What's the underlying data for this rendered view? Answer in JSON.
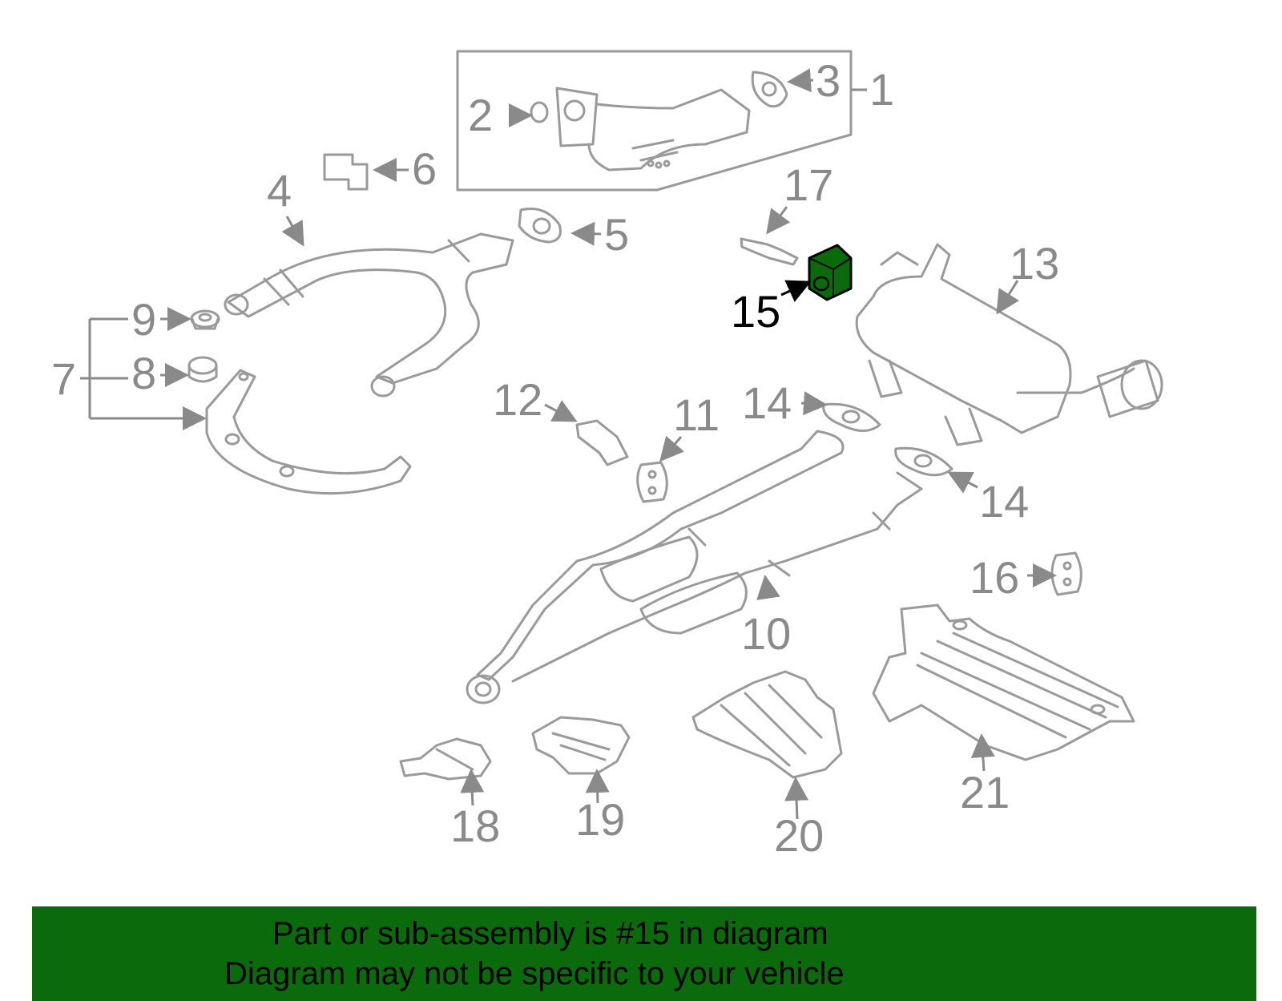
{
  "diagram": {
    "highlight_color": "#0b6a0b",
    "highlighted_part": "15",
    "callouts": [
      "1",
      "2",
      "3",
      "4",
      "5",
      "6",
      "7",
      "8",
      "9",
      "10",
      "11",
      "12",
      "13",
      "14",
      "14",
      "15",
      "16",
      "17",
      "18",
      "19",
      "20",
      "21"
    ]
  },
  "banner": {
    "line1": "Part or sub-assembly is #15 in diagram",
    "line2": "Diagram may not be specific to your vehicle",
    "background": "#0b6a0b"
  }
}
